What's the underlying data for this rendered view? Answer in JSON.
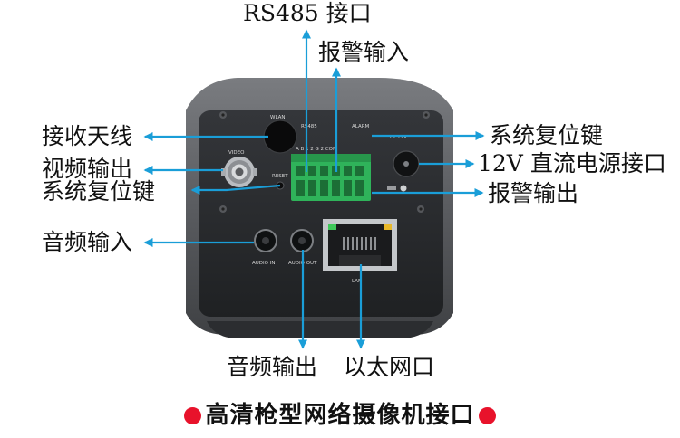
{
  "labels": {
    "rs485": "RS485 接口",
    "alarm_in": "报警输入",
    "antenna": "接收天线",
    "video_out": "视频输出",
    "reset_left": "系统复位键",
    "audio_in": "音频输入",
    "reset_right": "系统复位键",
    "dc12v": "12V 直流电源接口",
    "alarm_out": "报警输出",
    "audio_out": "音频输出",
    "ethernet": "以太网口"
  },
  "panel_print": {
    "wlan": "WLAN",
    "video": "VIDEO",
    "rs485": "RS485",
    "alarm": "ALARM",
    "reset": "RESET",
    "power": "DC12V",
    "terminal": "A B 1 2 G 2 COM",
    "audio_in": "AUDIO IN",
    "audio_out": "AUDIO OUT",
    "lan": "LAN"
  },
  "caption": "高清枪型网络摄像机接口",
  "colors": {
    "arrow": "#1a9ed8",
    "bullet": "#e8122b",
    "housing": "#5d5f63",
    "panel": "#2a2c2f",
    "terminal": "#2fb35a"
  }
}
